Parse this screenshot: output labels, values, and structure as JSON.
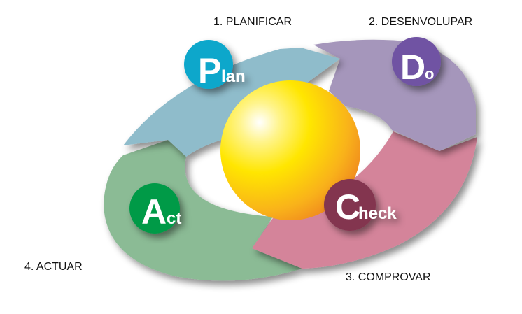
{
  "labels": {
    "plan": "1. PLANIFICAR",
    "do": "2. DESENVOLUPAR",
    "check": "3. COMPROVAR",
    "act": "4. ACTUAR"
  },
  "badges": {
    "plan": {
      "initial": "P",
      "rest": "lan"
    },
    "do": {
      "initial": "D",
      "rest": "o"
    },
    "check": {
      "initial": "C",
      "rest": "heck"
    },
    "act": {
      "initial": "A",
      "rest": "ct"
    }
  },
  "colors": {
    "plan_arrow": "#8fbccb",
    "do_arrow": "#a596bb",
    "check_arrow": "#d4849a",
    "act_arrow": "#8bbb95",
    "plan_badge": "#0fa7cb",
    "do_badge": "#6f52a3",
    "check_badge": "#83344f",
    "act_badge": "#049a47"
  }
}
